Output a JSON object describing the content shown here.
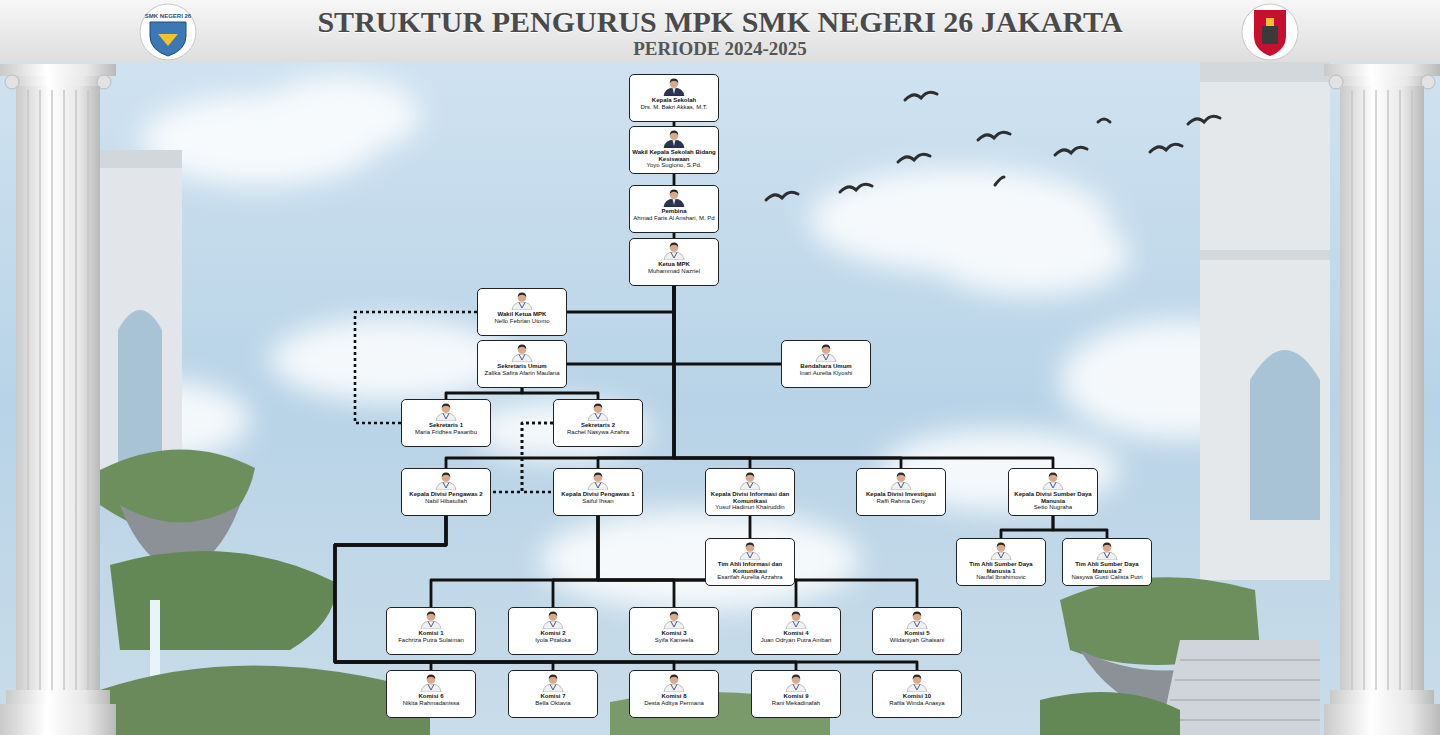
{
  "diagram": {
    "title": "STRUKTUR PENGURUS MPK SMK NEGERI 26 JAKARTA",
    "nodes": [
      {
        "text": [
          "Kepala Sekolah",
          "Drs. M. Bakri Akkas, M.T."
        ]
      },
      {
        "text": [
          "Wakil Kepala Sekolah Bidang Kesiswaan",
          "Yoyo Sugiono, S.Pd."
        ]
      },
      {
        "text": [
          "Pembina",
          "Ahmad Faris Al Anshari, M. Pd"
        ]
      },
      {
        "text": [
          "Ketua MPK",
          "Muhammad Nazriel"
        ]
      },
      {
        "text": [
          "Wakil Ketua MPK",
          "Nello Febrian Utomo"
        ]
      },
      {
        "text": [
          "Sekretaris Umum",
          "Zalika Safira Afarin Maulana"
        ]
      },
      {
        "text": [
          "Bendahara Umum",
          "Inari Aurelia Kiyoshi"
        ]
      },
      {
        "text": [
          "Sekretaris 1",
          "Maria Fridhes Pasaribu"
        ]
      },
      {
        "text": [
          "Sekretaris 2",
          "Rachel Nasywa Azahra"
        ]
      },
      {
        "text": [
          "Kepala Divisi Pengawas 2",
          "Nabil Hibatullah"
        ]
      },
      {
        "text": [
          "Kepala Divisi Pengawas 1",
          "Saiful Ihsan"
        ]
      },
      {
        "text": [
          "Kepala Divisi Informasi dan Komunikasi",
          "Yusuf Hadinuri Khairuddin"
        ]
      },
      {
        "text": [
          "Kepala Divisi Investigasi",
          "Raffi Rahma Deny"
        ]
      },
      {
        "text": [
          "Kepala Divisi Sumber Daya Manusia",
          "Setio Nugraha"
        ]
      },
      {
        "text": [
          "Tim Ahli Informasi dan Komunikasi",
          "Esarifah Aurelia Azzahra"
        ]
      },
      {
        "text": [
          "Tim Ahli Sumber Daya Manusia 1",
          "Naufal Ibrahimovic"
        ]
      },
      {
        "text": [
          "Tim Ahli Sumber Daya Manusia 2",
          "Nasywa Gusti Calista Putri"
        ]
      },
      {
        "text": [
          "Komisi 1",
          "Fachriza Putra Sulaiman"
        ]
      },
      {
        "text": [
          "Komisi 2",
          "Iyola Pitaloka"
        ]
      },
      {
        "text": [
          "Komisi 3",
          "Syifa Kameela"
        ]
      },
      {
        "text": [
          "Komisi 4",
          "Juan Odryan Putra Amban"
        ]
      },
      {
        "text": [
          "Komisi 5",
          "Wildaniyah Ghaisani"
        ]
      },
      {
        "text": [
          "Komisi 6",
          "Nikita Rahmadanissa"
        ]
      },
      {
        "text": [
          "Komisi 7",
          "Bella Oktavia"
        ]
      },
      {
        "text": [
          "Komisi 8",
          "Desta Aditya Permana"
        ]
      },
      {
        "text": [
          "Komisi 9",
          "Rani Mekadinafah"
        ]
      },
      {
        "text": [
          "Komisi 10",
          "Rafila Winda Anasya"
        ]
      }
    ],
    "edges": [
      {
        "from": 0,
        "to": 1,
        "arrow": "none"
      },
      {
        "from": 1,
        "to": 2,
        "arrow": "none"
      },
      {
        "from": 2,
        "to": 3,
        "arrow": "none"
      },
      {
        "from": 3,
        "to": 4,
        "arrow": "none"
      },
      {
        "from": 3,
        "to": 5,
        "arrow": "none"
      },
      {
        "from": 3,
        "to": 6,
        "arrow": "none"
      },
      {
        "from": 5,
        "to": 7,
        "arrow": "none"
      },
      {
        "from": 5,
        "to": 8,
        "arrow": "none"
      },
      {
        "from": 4,
        "to": 7,
        "arrow": "none"
      },
      {
        "from": 8,
        "to": 9,
        "arrow": "none"
      },
      {
        "from": 8,
        "to": 10,
        "arrow": "none"
      },
      {
        "from": 3,
        "to": 9,
        "arrow": "none"
      },
      {
        "from": 3,
        "to": 10,
        "arrow": "none"
      },
      {
        "from": 3,
        "to": 11,
        "arrow": "none"
      },
      {
        "from": 3,
        "to": 12,
        "arrow": "none"
      },
      {
        "from": 3,
        "to": 13,
        "arrow": "none"
      },
      {
        "from": 11,
        "to": 14,
        "arrow": "none"
      },
      {
        "from": 13,
        "to": 15,
        "arrow": "none"
      },
      {
        "from": 13,
        "to": 16,
        "arrow": "none"
      },
      {
        "from": 10,
        "to": 17,
        "arrow": "none"
      },
      {
        "from": 10,
        "to": 18,
        "arrow": "none"
      },
      {
        "from": 10,
        "to": 19,
        "arrow": "none"
      },
      {
        "from": 10,
        "to": 20,
        "arrow": "none"
      },
      {
        "from": 10,
        "to": 21,
        "arrow": "none"
      },
      {
        "from": 9,
        "to": 22,
        "arrow": "none"
      },
      {
        "from": 9,
        "to": 23,
        "arrow": "none"
      },
      {
        "from": 9,
        "to": 24,
        "arrow": "none"
      },
      {
        "from": 9,
        "to": 25,
        "arrow": "none"
      },
      {
        "from": 9,
        "to": 26,
        "arrow": "none"
      }
    ],
    "labels": [
      "PERIODE 2024-2025",
      "SMK NEGERI 26"
    ]
  }
}
